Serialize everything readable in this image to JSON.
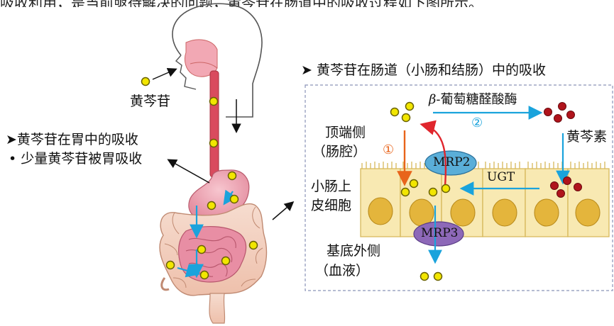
{
  "top_text_fragment": "吸收利用，是当前亟待解决的问题，黄芩苷在肠道中的吸收过程如下图所示。",
  "left": {
    "baicalin_label": "黄芩苷",
    "stomach_title": "➤黄芩苷在胃中的吸收",
    "stomach_note": "• 少量黄芩苷被胃吸收"
  },
  "right": {
    "title": "➤ 黄芩苷在肠道（小肠和结肠）中的吸收",
    "enzyme": "β-葡萄糖醛酸酶",
    "aglycone": "黄芩素",
    "apical_line1": "顶端侧",
    "apical_line2": "（肠腔）",
    "epithelium_line1": "小肠上",
    "epithelium_line2": "皮细胞",
    "basolateral_line1": "基底外侧",
    "basolateral_line2": "（血液）",
    "mrp2": "MRP2",
    "mrp3": "MRP3",
    "ugt": "UGT",
    "step1": "①",
    "step2": "②"
  },
  "colors": {
    "baicalin_dot": "#f2e600",
    "baicalein_dot": "#b0141c",
    "blue_arrow": "#1aa3dc",
    "red_arrow": "#e0262d",
    "orange_arrow": "#e8641b",
    "cell_fill": "#f8e9b2",
    "nucleus": "#e4b53c",
    "mrp2_fill": "#5aaed8",
    "mrp3_fill": "#8d68b8"
  }
}
